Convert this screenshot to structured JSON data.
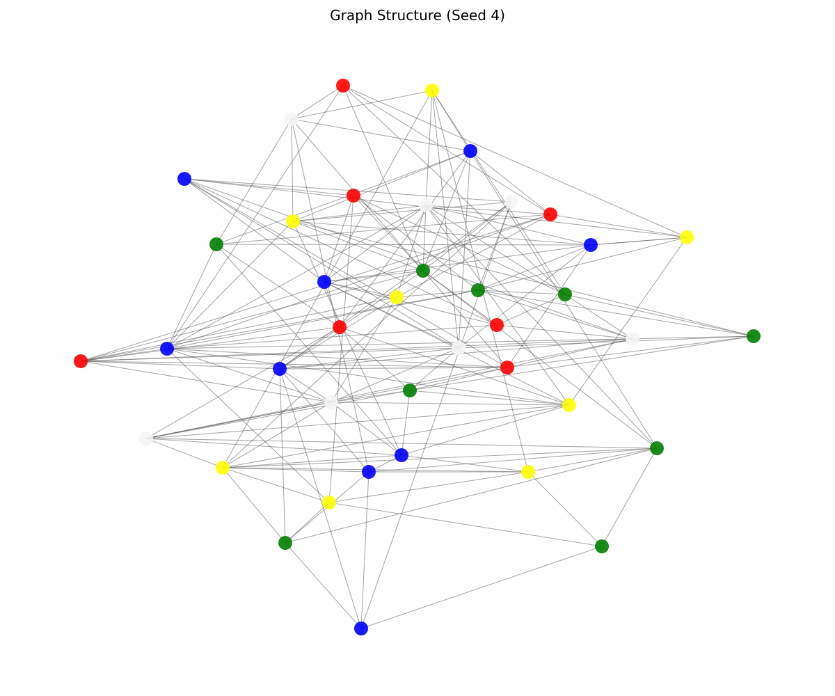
{
  "title": "Graph Structure (Seed 4)",
  "colors": {
    "red": "#ff0000",
    "yellow": "#ffff00",
    "blue": "#0000ff",
    "green": "#008000",
    "white": "#f5f5f5",
    "edge": "#555555"
  },
  "graph": {
    "node_colors": [
      "red",
      "yellow",
      "white",
      "blue",
      "blue",
      "red",
      "white",
      "white",
      "red",
      "yellow",
      "yellow",
      "green",
      "blue",
      "green",
      "blue",
      "yellow",
      "green",
      "green",
      "red",
      "red",
      "white",
      "green",
      "blue",
      "red",
      "blue",
      "red",
      "white",
      "white",
      "green",
      "yellow",
      "white",
      "blue",
      "yellow",
      "green",
      "blue",
      "yellow",
      "yellow",
      "green",
      "green",
      "blue"
    ],
    "edges": [
      [
        0,
        2
      ],
      [
        0,
        8
      ],
      [
        0,
        17
      ],
      [
        0,
        22
      ],
      [
        0,
        9
      ],
      [
        0,
        13
      ],
      [
        1,
        2
      ],
      [
        1,
        6
      ],
      [
        1,
        17
      ],
      [
        1,
        26
      ],
      [
        1,
        35
      ],
      [
        1,
        33
      ],
      [
        1,
        32
      ],
      [
        2,
        3
      ],
      [
        2,
        10
      ],
      [
        2,
        11
      ],
      [
        2,
        34
      ],
      [
        3,
        8
      ],
      [
        3,
        10
      ],
      [
        3,
        13
      ],
      [
        3,
        11
      ],
      [
        3,
        19
      ],
      [
        4,
        26
      ],
      [
        4,
        5
      ],
      [
        4,
        14
      ],
      [
        4,
        20
      ],
      [
        5,
        17
      ],
      [
        5,
        16
      ],
      [
        5,
        36
      ],
      [
        6,
        10
      ],
      [
        6,
        13
      ],
      [
        6,
        15
      ],
      [
        6,
        12
      ],
      [
        6,
        17
      ],
      [
        6,
        29
      ],
      [
        6,
        33
      ],
      [
        6,
        22
      ],
      [
        7,
        13
      ],
      [
        7,
        32
      ],
      [
        7,
        24
      ],
      [
        7,
        4
      ],
      [
        7,
        16
      ],
      [
        7,
        39
      ],
      [
        8,
        6
      ],
      [
        8,
        15
      ],
      [
        8,
        22
      ],
      [
        8,
        23
      ],
      [
        8,
        9
      ],
      [
        9,
        29
      ],
      [
        9,
        12
      ],
      [
        9,
        4
      ],
      [
        10,
        13
      ],
      [
        10,
        12
      ],
      [
        10,
        21
      ],
      [
        10,
        22
      ],
      [
        10,
        31
      ],
      [
        10,
        7
      ],
      [
        11,
        12
      ],
      [
        11,
        8
      ],
      [
        11,
        22
      ],
      [
        11,
        31
      ],
      [
        11,
        19
      ],
      [
        12,
        9
      ],
      [
        12,
        16
      ],
      [
        12,
        25
      ],
      [
        12,
        14
      ],
      [
        12,
        26
      ],
      [
        13,
        14
      ],
      [
        13,
        24
      ],
      [
        13,
        33
      ],
      [
        13,
        23
      ],
      [
        13,
        18
      ],
      [
        13,
        5
      ],
      [
        14,
        5
      ],
      [
        14,
        6
      ],
      [
        14,
        26
      ],
      [
        14,
        29
      ],
      [
        14,
        18
      ],
      [
        14,
        19
      ],
      [
        15,
        14
      ],
      [
        15,
        16
      ],
      [
        15,
        24
      ],
      [
        15,
        27
      ],
      [
        16,
        23
      ],
      [
        16,
        20
      ],
      [
        16,
        22
      ],
      [
        16,
        21
      ],
      [
        16,
        9
      ],
      [
        17,
        21
      ],
      [
        17,
        20
      ],
      [
        17,
        18
      ],
      [
        17,
        16
      ],
      [
        18,
        4
      ],
      [
        18,
        20
      ],
      [
        18,
        22
      ],
      [
        19,
        28
      ],
      [
        19,
        23
      ],
      [
        19,
        29
      ],
      [
        19,
        30
      ],
      [
        20,
        23
      ],
      [
        20,
        24
      ],
      [
        20,
        25
      ],
      [
        20,
        30
      ],
      [
        21,
        22
      ],
      [
        21,
        25
      ],
      [
        21,
        26
      ],
      [
        21,
        28
      ],
      [
        22,
        23
      ],
      [
        22,
        25
      ],
      [
        22,
        27
      ],
      [
        22,
        29
      ],
      [
        22,
        36
      ],
      [
        23,
        15
      ],
      [
        23,
        24
      ],
      [
        23,
        25
      ],
      [
        23,
        26
      ],
      [
        23,
        27
      ],
      [
        24,
        25
      ],
      [
        24,
        26
      ],
      [
        24,
        27
      ],
      [
        24,
        34
      ],
      [
        24,
        37
      ],
      [
        25,
        4
      ],
      [
        25,
        2
      ],
      [
        25,
        28
      ],
      [
        25,
        30
      ],
      [
        26,
        27
      ],
      [
        26,
        28
      ],
      [
        26,
        3
      ],
      [
        27,
        28
      ],
      [
        27,
        29
      ],
      [
        27,
        30
      ],
      [
        27,
        31
      ],
      [
        27,
        32
      ],
      [
        28,
        29
      ],
      [
        28,
        30
      ],
      [
        28,
        31
      ],
      [
        29,
        30
      ],
      [
        29,
        32
      ],
      [
        29,
        31
      ],
      [
        30,
        31
      ],
      [
        30,
        32
      ],
      [
        30,
        33
      ],
      [
        31,
        32
      ],
      [
        31,
        34
      ],
      [
        31,
        35
      ],
      [
        32,
        33
      ],
      [
        32,
        34
      ],
      [
        32,
        35
      ],
      [
        32,
        36
      ],
      [
        32,
        37
      ],
      [
        33,
        34
      ],
      [
        33,
        35
      ],
      [
        33,
        37
      ],
      [
        33,
        38
      ],
      [
        34,
        35
      ],
      [
        34,
        39
      ],
      [
        34,
        37
      ],
      [
        35,
        36
      ],
      [
        35,
        38
      ],
      [
        36,
        37
      ],
      [
        36,
        38
      ],
      [
        37,
        39
      ],
      [
        38,
        39
      ],
      [
        39,
        24
      ]
    ]
  }
}
